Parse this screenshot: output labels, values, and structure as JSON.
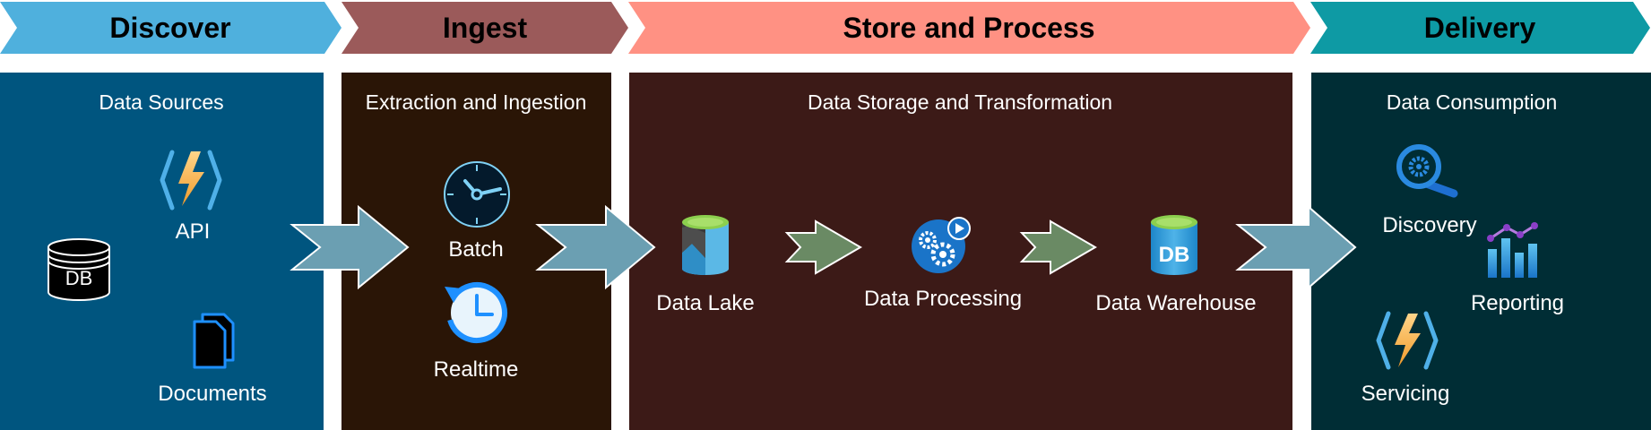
{
  "phases": {
    "discover": "Discover",
    "ingest": "Ingest",
    "store": "Store and Process",
    "delivery": "Delivery"
  },
  "panels": {
    "sources": "Data Sources",
    "extraction": "Extraction and Ingestion",
    "storage": "Data Storage and Transformation",
    "consumption": "Data Consumption"
  },
  "items": {
    "db_badge": "DB",
    "api": "API",
    "documents": "Documents",
    "batch": "Batch",
    "realtime": "Realtime",
    "data_lake": "Data Lake",
    "data_processing": "Data Processing",
    "warehouse_badge": "DB",
    "data_warehouse": "Data Warehouse",
    "discovery": "Discovery",
    "reporting": "Reporting",
    "servicing": "Servicing"
  },
  "colors": {
    "discover_banner": "#4fb0dd",
    "ingest_banner": "#9b5a5a",
    "store_banner": "#ff9183",
    "delivery_banner": "#0e9aa4",
    "sources_panel": "#00557f",
    "extraction_panel": "#2a1506",
    "storage_panel": "#3c1a17",
    "consumption_panel": "#002d35",
    "big_arrow": "#6b9fb2",
    "small_arrow": "#6a8a64"
  }
}
